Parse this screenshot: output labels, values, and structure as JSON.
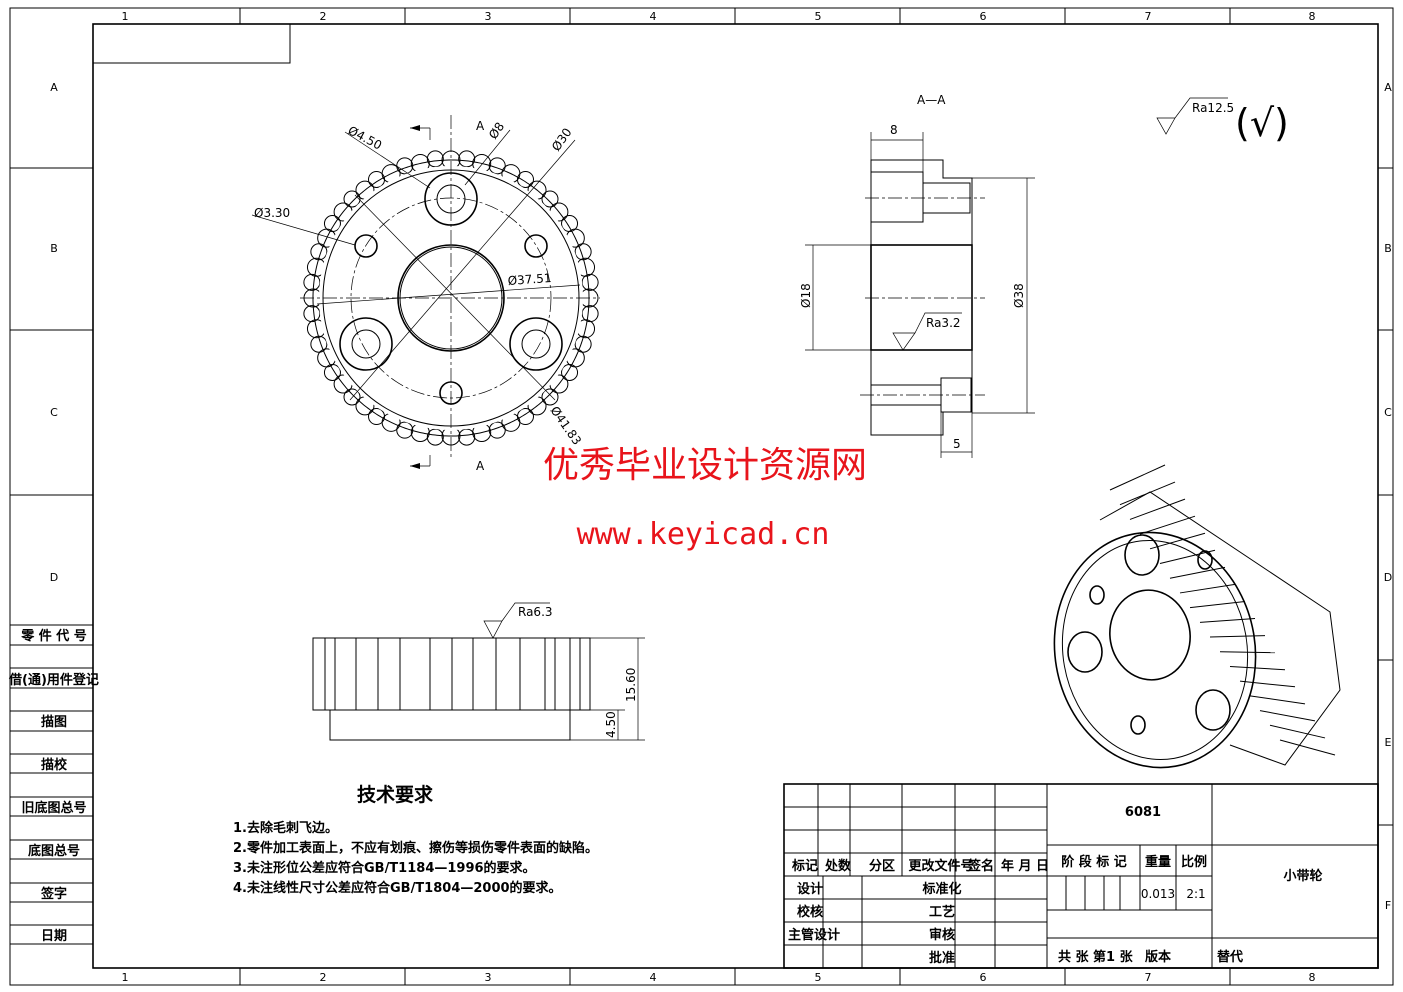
{
  "zones": {
    "columns": [
      "1",
      "2",
      "3",
      "4",
      "5",
      "6",
      "7",
      "8"
    ],
    "rows_left": [
      "A",
      "B",
      "C",
      "D"
    ],
    "rows_right": [
      "A",
      "B",
      "C",
      "D",
      "E",
      "F"
    ]
  },
  "side_table": [
    "零 件 代 号",
    "借(通)用件登记",
    "描图",
    "描校",
    "旧底图总号",
    "底图总号",
    "签字",
    "日期"
  ],
  "front_view": {
    "section_mark": "A",
    "dims": [
      "Ø4.50",
      "Ø8",
      "Ø30",
      "Ø3.30",
      "Ø37.51",
      "Ø41.83"
    ]
  },
  "section_view": {
    "title": "A—A",
    "dims": [
      "8",
      "Ø18",
      "Ø38",
      "5"
    ],
    "roughness": "Ra3.2"
  },
  "bottom_view": {
    "roughness": "Ra6.3",
    "dims": [
      "15.60",
      "4.50"
    ]
  },
  "general_roughness": {
    "value": "Ra12.5",
    "paren": "(√)"
  },
  "watermark": {
    "line1": "优秀毕业设计资源网",
    "line2": "www.keyicad.cn",
    "color": "#e8141b"
  },
  "tech_requirements": {
    "title": "技术要求",
    "items": [
      "1.去除毛刺飞边。",
      "2.零件加工表面上，不应有划痕、擦伤等损伤零件表面的缺陷。",
      "3.未注形位公差应符合GB/T1184—1996的要求。",
      "4.未注线性尺寸公差应符合GB/T1804—2000的要求。"
    ]
  },
  "title_block": {
    "drawing_number": "6081",
    "part_name": "小带轮",
    "header": [
      "标记",
      "处数",
      "分区",
      "更改文件号",
      "签名",
      "年 月 日"
    ],
    "roles_left": [
      "设计",
      "校核",
      "主管设计"
    ],
    "roles_mid": [
      "标准化",
      "工艺",
      "审核",
      "批准"
    ],
    "stage_label": "阶 段 标 记",
    "weight_label": "重量",
    "scale_label": "比例",
    "weight": "0.013",
    "scale": "2:1",
    "sheets": "共  张  第1  张",
    "version_label": "版本",
    "replace_label": "替代"
  }
}
